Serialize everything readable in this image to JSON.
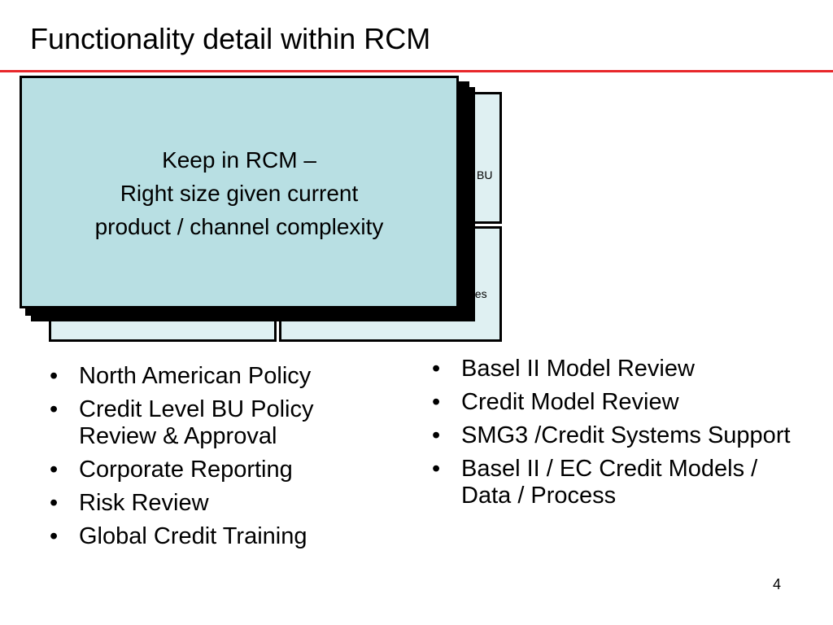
{
  "slide": {
    "title": "Functionality detail within RCM",
    "page_number": "4"
  },
  "background_boxes": {
    "top_right_peek": "BU",
    "bottom_right_peek": "nes"
  },
  "overlay": {
    "line1": "Keep in RCM –",
    "line2": "Right size given current",
    "line3": "product / channel complexity"
  },
  "left_bullets": [
    "North American Policy",
    "Credit Level BU Policy Review & Approval",
    "Corporate Reporting",
    "Risk Review",
    "Global Credit Training"
  ],
  "right_bullets": [
    "Basel II Model Review",
    "Credit Model Review",
    "SMG3 /Credit Systems Support",
    "Basel II / EC Credit Models  / Data / Process"
  ],
  "colors": {
    "accent_rule": "#e8272b",
    "box_fill": "#dff0f2",
    "overlay_fill": "#b8dfe3"
  }
}
